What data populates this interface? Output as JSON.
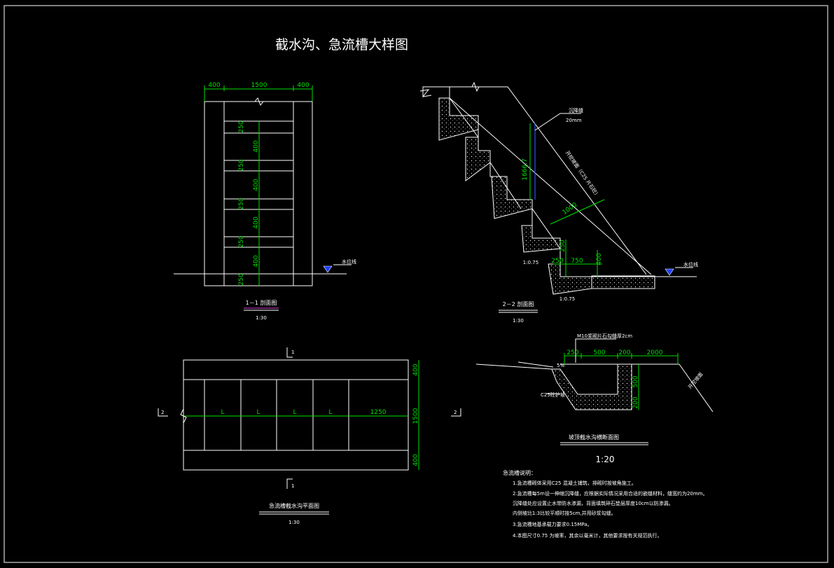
{
  "title": "截水沟、急流槽大样图",
  "section_1_1": {
    "dim_top": [
      "400",
      "1500",
      "400"
    ],
    "dims_side": [
      "250",
      "400",
      "250",
      "400",
      "250",
      "400",
      "250",
      "400",
      "250"
    ],
    "water_label": "水位线",
    "label": "1－1 剖面图",
    "scale": "1:30"
  },
  "section_2_2": {
    "joint_label": "沉降缝",
    "joint_width": "20mm",
    "dim_vertical": "1666.7",
    "dim_slope_len": "1000",
    "slope_label": "开挖坡面（C25 片石砼）",
    "slope_ratio_1": "1:0.75",
    "slope_ratio_2": "1:0.75",
    "dim_250_a": "250",
    "dim_250_b": "250",
    "dim_750": "750",
    "dim_400": "400",
    "water_label": "水位线",
    "label": "2－2 剖面图",
    "scale": "1:30"
  },
  "plan": {
    "cut_mark_top": "1",
    "cut_mark_bottom": "1",
    "cut_mark_left": "2",
    "cut_mark_right": "2",
    "step_marks": [
      "L",
      "L",
      "L",
      "L"
    ],
    "dim_last": "1250",
    "dims_right": [
      "400",
      "1500",
      "400"
    ],
    "label": "急流槽截水沟平面图",
    "scale": "1:30"
  },
  "ditch": {
    "top_note": "M10浆砌片石勾缝厚2cm",
    "dims_top": [
      "250",
      "500",
      "200",
      "2000"
    ],
    "dims_right": [
      "500",
      "200"
    ],
    "slope_ratio": "5%",
    "material_label": "C25砼护坡",
    "slope_side_label": "开挖坡面",
    "label": "坡顶截水沟横断面图",
    "scale": "1:20"
  },
  "notes": {
    "heading": "急流槽说明：",
    "lines": [
      "1.急流槽砌体采用C25 混凝土铺筑，排砌时按坡角施工。",
      "2.急流槽每5m设一伸缩沉降缝，应根据实际情况采用合适的嵌缝材料，缝宽约为20mm。",
      "  沉降缝处应设置止水带防水渗漏，背面填筑碎石垫层厚度10cm以防渗漏。",
      "  内侧坡比1:3比较平顺时按5cm,并用砂浆勾缝。",
      "3.急流槽地基承载力要求0.15MPa。",
      "4.本图尺寸0.75 为坡率，其余以毫米计，其他要求按有关规范执行。"
    ]
  }
}
